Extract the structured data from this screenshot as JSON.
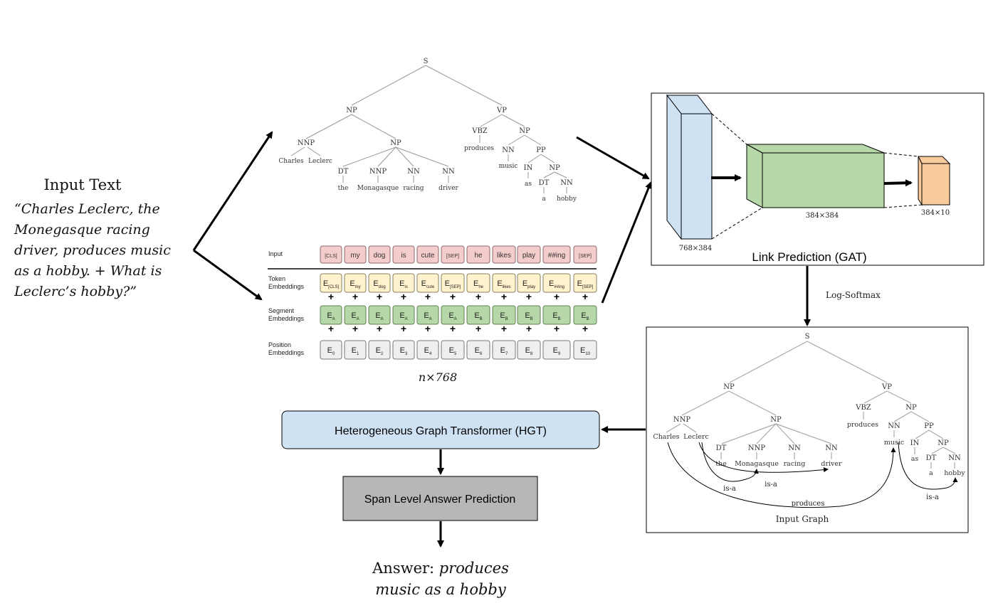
{
  "input": {
    "heading": "Input Text",
    "lines": [
      "“Charles Leclerc, the",
      "Monegasque racing",
      "driver, produces music",
      "as a hobby. + What is",
      "Leclerc’s hobby?”"
    ]
  },
  "parse_tree": {
    "S": "S",
    "NP": "NP",
    "VP": "VP",
    "NNP": "NNP",
    "VBZ": "VBZ",
    "DT": "DT",
    "NN": "NN",
    "PP": "PP",
    "IN": "IN",
    "charles": "Charles",
    "leclerc": "Leclerc",
    "the": "the",
    "monagasque": "Monagasque",
    "racing": "racing",
    "driver": "driver",
    "produces": "produces",
    "music": "music",
    "as": "as",
    "a": "a",
    "hobby": "hobby"
  },
  "bert": {
    "row_labels": {
      "input": "Input",
      "token_1": "Token",
      "token_2": "Embeddings",
      "segment_1": "Segment",
      "segment_2": "Embeddings",
      "position_1": "Position",
      "position_2": "Embeddings"
    },
    "tokens": [
      "[CLS]",
      "my",
      "dog",
      "is",
      "cute",
      "[SEP]",
      "he",
      "likes",
      "play",
      "##ing",
      "[SEP]"
    ],
    "token_subs": [
      "[CLS]",
      "my",
      "dog",
      "is",
      "cute",
      "[SEP]",
      "he",
      "likes",
      "play",
      "##ing",
      "[SEP]"
    ],
    "segment_subs": [
      "A",
      "A",
      "A",
      "A",
      "A",
      "A",
      "B",
      "B",
      "B",
      "B",
      "B"
    ],
    "position_subs": [
      "0",
      "1",
      "2",
      "3",
      "4",
      "5",
      "6",
      "7",
      "8",
      "9",
      "10"
    ],
    "embed_letter": "E",
    "plus": "+",
    "dim_label": "n×768"
  },
  "gat": {
    "title": "Link Prediction (GAT)",
    "dims": [
      "768×384",
      "384×384",
      "384×10"
    ],
    "colors": {
      "blue": "#cfe2f3",
      "green": "#b6d7a8",
      "orange": "#f9cb9c"
    }
  },
  "log_softmax": "Log-Softmax",
  "input_graph": {
    "caption": "Input Graph",
    "edge_labels": {
      "isa_1": "is-a",
      "isa_2": "is-a",
      "produces": "produces",
      "isa_3": "is-a"
    }
  },
  "hgt": {
    "label": "Heterogeneous Graph Transformer (HGT)",
    "color": "#cfe2f3"
  },
  "span": {
    "label": "Span Level Answer Prediction",
    "color": "#b7b7b7"
  },
  "answer": {
    "prefix": "Answer:",
    "line1": "produces",
    "line2": "music as a hobby"
  }
}
